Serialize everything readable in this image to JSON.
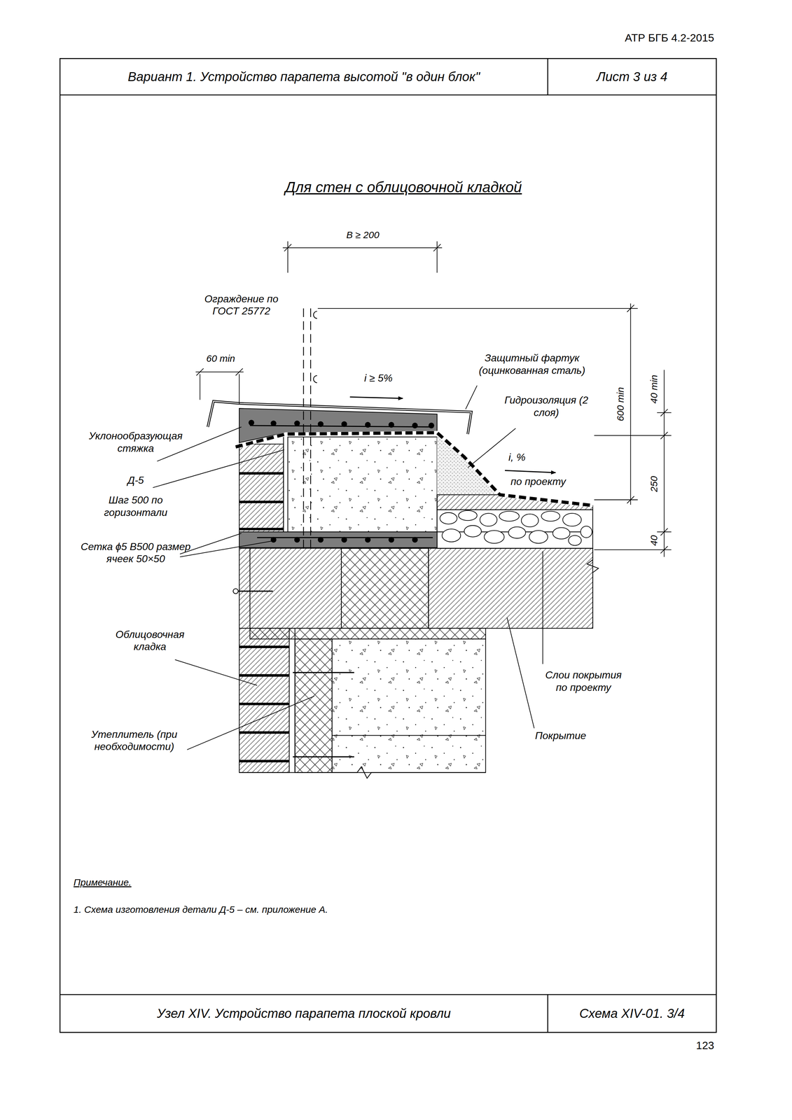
{
  "diagram": {
    "title": "Для стен с облицовочной кладкой",
    "nodes": [
      {
        "text": [
          "Вариант 1. Устройство парапета высотой \"в один блок\""
        ]
      },
      {
        "text": [
          "Лист 3 из 4"
        ]
      },
      {
        "text": [
          "Узел XIV. Устройство парапета плоской кровли"
        ]
      },
      {
        "text": [
          "Схема XIV-01. 3/4"
        ]
      }
    ],
    "labels": [
      "АТР БГБ 4.2-2015",
      "В ≥ 200",
      "Ограждение по ГОСТ 25772",
      "60 min",
      "i ≥ 5%",
      "Защитный фартук (оцинкованная сталь)",
      "Гидроизоляция (2 слоя)",
      "600 min",
      "40 min",
      "i, %",
      "по проекту",
      "250",
      "40",
      "Уклонообразующая стяжка",
      "Д-5",
      "Шаг 500 по горизонтали",
      "Сетка ϕ5 В500 размер ячеек 50×50",
      "Облицовочная кладка",
      "Слои покрытия по проекту",
      "Утеплитель (при необходимости)",
      "Покрытие",
      "Примечание.",
      "1. Схема изготовления детали Д-5 – см. приложение А.",
      "123"
    ]
  }
}
